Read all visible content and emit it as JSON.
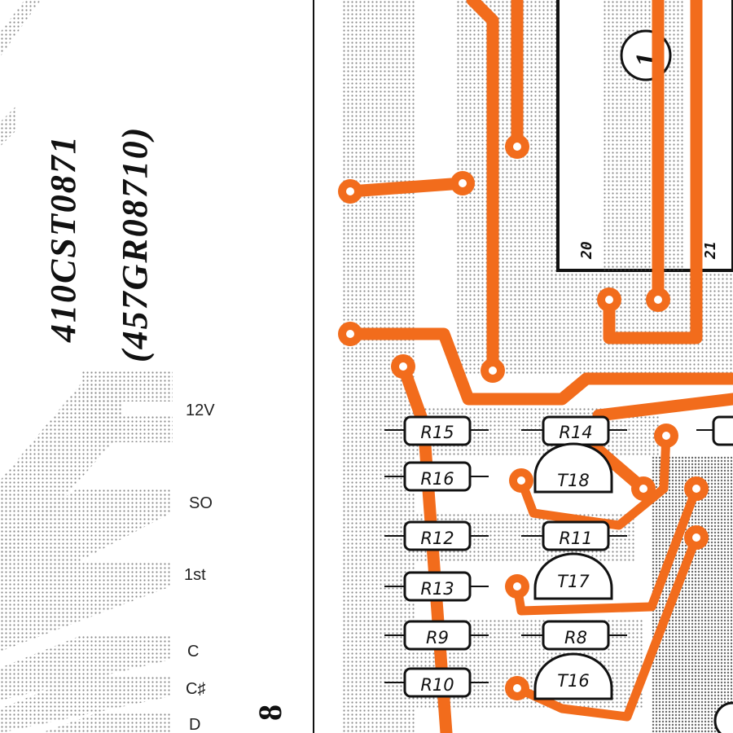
{
  "part_numbers": {
    "primary": "410CST0871",
    "secondary": "(457GR08710)"
  },
  "page_number": "8",
  "connector_labels": [
    "12V",
    "SO",
    "1st",
    "C",
    "C♯",
    "D"
  ],
  "chip": {
    "number": "1",
    "pin_left": "20",
    "pin_right": "21"
  },
  "resistors": [
    "R15",
    "R14",
    "R16",
    "R12",
    "R11",
    "R13",
    "R9",
    "R8",
    "R10"
  ],
  "transistors": [
    "T18",
    "T17",
    "T16"
  ],
  "colors": {
    "trace": "#f26c1c",
    "ink": "#111111",
    "dots": "#8a8a8a"
  }
}
